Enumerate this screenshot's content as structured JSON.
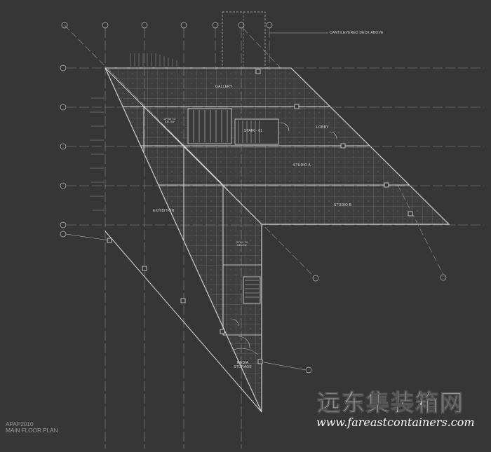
{
  "labels": {
    "cantilevered_deck": "CANTILEVERED DECK ABOVE",
    "gallery": "GALLERY",
    "lobby": "LOBBY",
    "stair": "STAIR - 01",
    "open_to_below_top": "OPEN TO BELOW",
    "open_to_below_mid": "OPEN TO BELOW",
    "studio_a": "STUDIO A",
    "studio_b": "STUDIO B",
    "exhibition": "EXHIBITION",
    "media_storage": "MEDIA STORAGE"
  },
  "title": {
    "line1": "APAP2010",
    "line2": "MAIN FLOOR PLAN"
  },
  "watermark": {
    "chinese": "远东集装箱网",
    "url": "www.fareastcontainers.com"
  }
}
